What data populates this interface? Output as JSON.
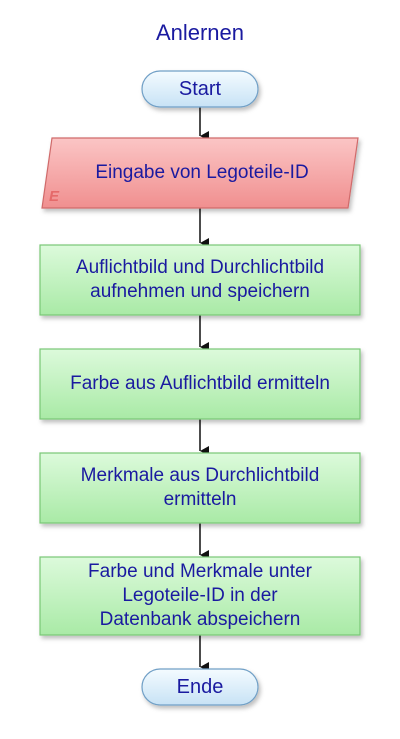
{
  "title": "Anlernen",
  "colors": {
    "text": "#1a1aa0",
    "terminal_fill": "#dbeefa",
    "terminal_stroke": "#6f9fc6",
    "input_fill": "#f6a3a3",
    "input_stroke": "#d06a6a",
    "process_fill": "#bff2bd",
    "process_stroke": "#79c776",
    "arrow": "#111111"
  },
  "nodes": {
    "start": {
      "label": "Start"
    },
    "input": {
      "label": "Eingabe von Legoteile-ID",
      "marker": "E"
    },
    "step1": {
      "label": "Auflichtbild und Durchlichtbild\naufnehmen und speichern"
    },
    "step2": {
      "label": "Farbe aus Auflichtbild ermitteln"
    },
    "step3": {
      "label": "Merkmale aus Durchlichtbild\nermitteln"
    },
    "step4": {
      "label": "Farbe und Merkmale unter\nLegoteile-ID in der\nDatenbank abspeichern"
    },
    "end": {
      "label": "Ende"
    }
  }
}
